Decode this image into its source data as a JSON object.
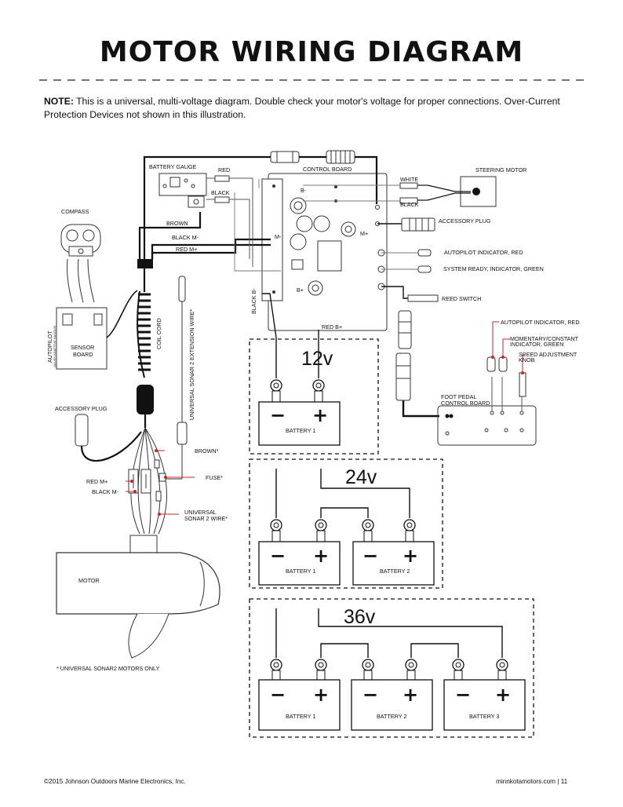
{
  "title": "MOTOR WIRING DIAGRAM",
  "note": {
    "label": "NOTE:",
    "text": " This is a universal, multi-voltage diagram. Double check your motor's voltage for proper connections. Over-Current Protection Devices not shown in this illustration."
  },
  "labels": {
    "battery_gauge": "BATTERY GAUGE",
    "red": "RED",
    "black": "BLACK",
    "control_board": "CONTROL BOARD",
    "white": "WHITE",
    "black2": "BLACK",
    "steering_motor": "STEERING MOTOR",
    "compass": "COMPASS",
    "brown": "BROWN",
    "black_m": "BLACK M-",
    "red_m": "RED M+",
    "b_minus": "B-",
    "m_minus": "M-",
    "m_plus": "M+",
    "b_plus": "B+",
    "black_b": "BLACK B-",
    "red_b": "RED B+",
    "accessory_plug": "ACCESSORY PLUG",
    "autopilot_red": "AUTOPILOT INDICATOR, RED",
    "system_ready": "SYSTEM READY, INDICATOR, GREEN",
    "reed_switch": "REED SWITCH",
    "autopilot_red2": "AUTOPILOT INDICATOR, RED",
    "momentary_1": "MOMENTARY/CONSTANT",
    "momentary_2": "INDICATOR, GREEN",
    "speed_1": "SPEED ADJUSTMENT",
    "speed_2": "KNOB",
    "foot_pedal_1": "FOOT PEDAL",
    "foot_pedal_2": "CONTROL BOARD",
    "coil_cord": "COIL CORD",
    "sonar_ext": "UNIVERSAL SONAR 2 EXTENSION WIRE*",
    "autopilot": "AUTOPILOT",
    "autopilot_sub": "(ALLEN ADAPTIVE HANDLE)",
    "sensor_1": "SENSOR",
    "sensor_2": "BOARD",
    "accessory_plug_left": "ACCESSORY PLUG",
    "brown_star": "BROWN*",
    "fuse_star": "FUSE*",
    "red_m_left": "RED M+",
    "black_m_left": "BLACK M-",
    "sonar2_1": "UNIVERSAL",
    "sonar2_2": "SONAR 2 WIRE*",
    "motor": "MOTOR",
    "sonar_only": "* UNIVERSAL SONAR2  MOTORS ONLY"
  },
  "batteries": {
    "v12": "12v",
    "v24": "24v",
    "v36": "36v",
    "minus": "−",
    "plus": "+",
    "battery1": "BATTERY 1",
    "battery2": "BATTERY 2",
    "battery3": "BATTERY 3"
  },
  "footer": {
    "copyright": "©2015 Johnson Outdoors Marine Electronics, Inc.",
    "site": "minnkotamotors.com",
    "page": "11"
  },
  "colors": {
    "lead_line": "#c8262b",
    "wire": "#111111"
  }
}
